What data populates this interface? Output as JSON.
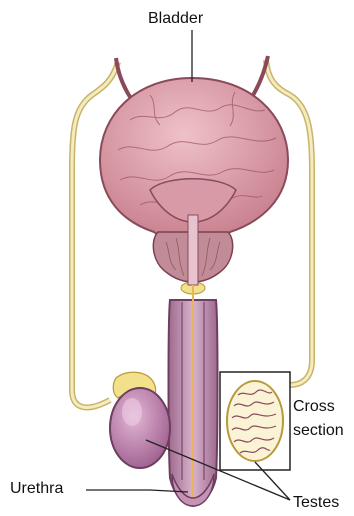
{
  "labels": {
    "bladder": "Bladder",
    "cross_section_line1": "Cross",
    "cross_section_line2": "section",
    "urethra": "Urethra",
    "testes": "Testes"
  },
  "colors": {
    "bladder_fill": "#d99aa6",
    "bladder_stroke": "#8a4a5a",
    "vessel": "#f1e6b0",
    "vessel_stroke": "#c7b46a",
    "tube": "#b07fa0",
    "tube_stroke": "#6e3e60",
    "testis_fill": "#c78fb8",
    "epididymis": "#f2e08a",
    "prostate": "#c28b98",
    "leader": "#222222"
  }
}
